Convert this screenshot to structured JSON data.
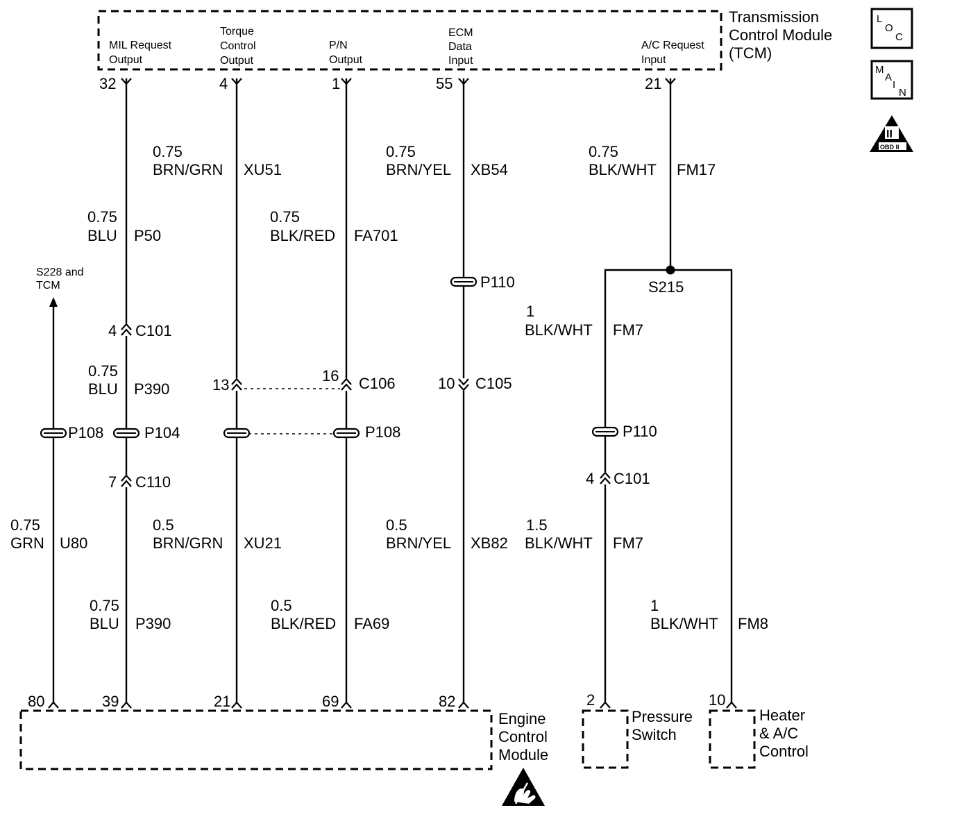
{
  "modules": {
    "tcm": {
      "line1": "Transmission",
      "line2": "Control Module",
      "line3": "(TCM)"
    },
    "ecm": {
      "line1": "Engine",
      "line2": "Control",
      "line3": "Module"
    },
    "pressure_switch": {
      "line1": "Pressure",
      "line2": "Switch"
    },
    "heater_ac": {
      "line1": "Heater",
      "line2": "& A/C",
      "line3": "Control"
    }
  },
  "tcm_pins": {
    "mil": {
      "line1": "MIL Request",
      "line2": "Output"
    },
    "torque": {
      "line1": "Torque",
      "line2": "Control",
      "line3": "Output"
    },
    "pn": {
      "line1": "P/N",
      "line2": "Output"
    },
    "ecm_data": {
      "line1": "ECM",
      "line2": "Data",
      "line3": "Input"
    },
    "ac_request": {
      "line1": "A/C Request",
      "line2": "Input"
    }
  },
  "pin_numbers": {
    "tcm_mil": "32",
    "tcm_torque": "4",
    "tcm_pn": "1",
    "tcm_ecm_data": "55",
    "tcm_ac": "21",
    "ecm_80": "80",
    "ecm_39": "39",
    "ecm_21": "21",
    "ecm_69": "69",
    "ecm_82": "82",
    "pressure_switch": "2",
    "heater_ac": "10"
  },
  "wires": {
    "xu51": {
      "size": "0.75",
      "color": "BRN/GRN",
      "circuit": "XU51"
    },
    "xb54": {
      "size": "0.75",
      "color": "BRN/YEL",
      "circuit": "XB54"
    },
    "fm17": {
      "size": "0.75",
      "color": "BLK/WHT",
      "circuit": "FM17"
    },
    "p50": {
      "size": "0.75",
      "color": "BLU",
      "circuit": "P50"
    },
    "fa701": {
      "size": "0.75",
      "color": "BLK/RED",
      "circuit": "FA701"
    },
    "fm7_top": {
      "size": "1",
      "color": "BLK/WHT",
      "circuit": "FM7"
    },
    "p390_upper": {
      "size": "0.75",
      "color": "BLU",
      "circuit": "P390"
    },
    "u80": {
      "size": "0.75",
      "color": "GRN",
      "circuit": "U80"
    },
    "xu21": {
      "size": "0.5",
      "color": "BRN/GRN",
      "circuit": "XU21"
    },
    "xb82": {
      "size": "0.5",
      "color": "BRN/YEL",
      "circuit": "XB82"
    },
    "fm7_bottom": {
      "size": "1.5",
      "color": "BLK/WHT",
      "circuit": "FM7"
    },
    "p390_lower": {
      "size": "0.75",
      "color": "BLU",
      "circuit": "P390"
    },
    "fa69": {
      "size": "0.5",
      "color": "BLK/RED",
      "circuit": "FA69"
    },
    "fm8": {
      "size": "1",
      "color": "BLK/WHT",
      "circuit": "FM8"
    }
  },
  "connectors": {
    "c101_left": {
      "pin": "4",
      "name": "C101"
    },
    "c106": {
      "pin": "16",
      "name": "C106"
    },
    "c106_torque_pin": "13",
    "c105": {
      "pin": "10",
      "name": "C105"
    },
    "c110": {
      "pin": "7",
      "name": "C110"
    },
    "c101_right": {
      "pin": "4",
      "name": "C101"
    }
  },
  "pass_throughs": {
    "p110_top": "P110",
    "p108_left": "P108",
    "p104": "P104",
    "p108_mid": "P108",
    "p110_right": "P110"
  },
  "splice": "S215",
  "offpage": {
    "line1": "S228 and",
    "line2": "TCM"
  },
  "legend": {
    "loc_l": "L",
    "loc_o": "O",
    "loc_c": "C",
    "main_m": "M",
    "main_a": "A",
    "main_i": "I",
    "main_n": "N",
    "obd_roman": "II",
    "obd_text": "OBD II"
  }
}
